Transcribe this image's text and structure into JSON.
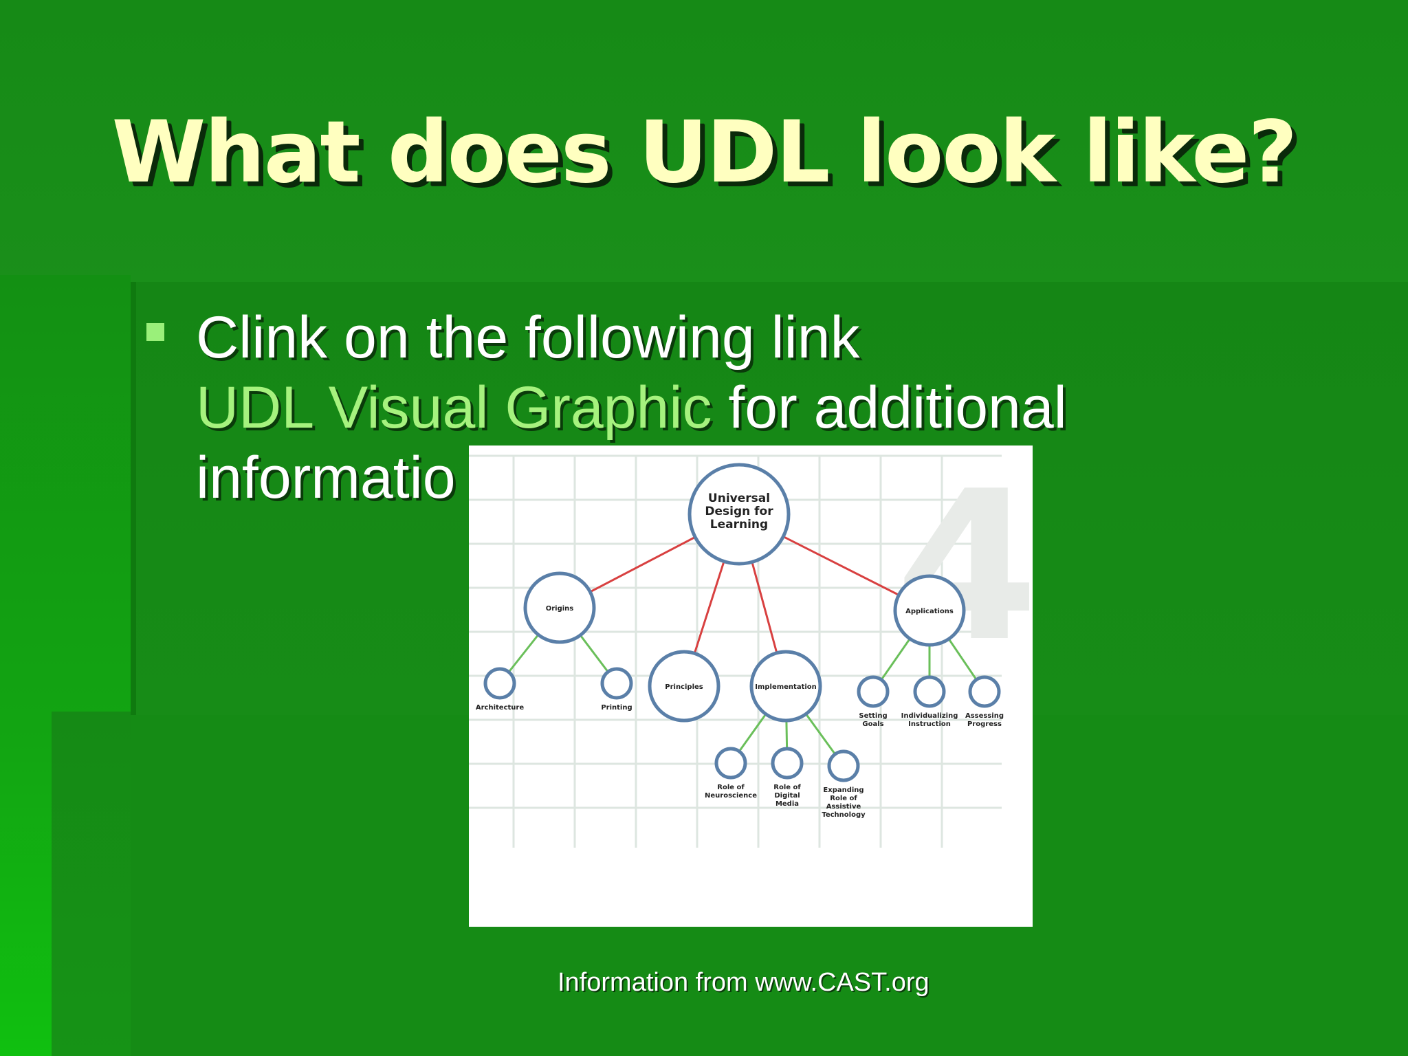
{
  "slide": {
    "title": "What does UDL look like?",
    "bullet": {
      "line1": "Clink on the following link",
      "link_text": "UDL Visual Graphic",
      "after_link": " for additional",
      "line3": "informatio"
    },
    "footer": "Information from www.CAST.org"
  },
  "graphic": {
    "watermark": "4",
    "root": "Universal Design for Learning",
    "root_lines": [
      "Universal",
      "Design for",
      "Learning"
    ],
    "level1": [
      "Origins",
      "Principles",
      "Implementation",
      "Applications"
    ],
    "origins_children": [
      "Architecture",
      "Printing"
    ],
    "implementation_children": [
      [
        "Role of",
        "Neuroscience"
      ],
      [
        "Role of",
        "Digital",
        "Media"
      ],
      [
        "Expanding",
        "Role of",
        "Assistive",
        "Technology"
      ]
    ],
    "applications_children": [
      [
        "Setting",
        "Goals"
      ],
      [
        "Individualizing",
        "Instruction"
      ],
      [
        "Assessing",
        "Progress"
      ]
    ],
    "colors": {
      "root_links": "#d84040",
      "child_links": "#6abf5a",
      "node_stroke": "#5a7fa8",
      "grid": "#dde6e0"
    }
  }
}
